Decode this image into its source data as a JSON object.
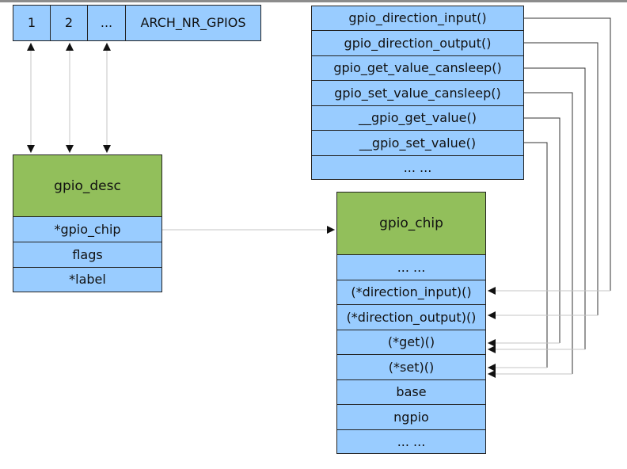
{
  "index_row": {
    "cells": [
      "1",
      "2",
      "...",
      "ARCH_NR_GPIOS"
    ]
  },
  "gpio_desc": {
    "title": "gpio_desc",
    "fields": [
      "*gpio_chip",
      "flags",
      "*label"
    ]
  },
  "api": {
    "functions": [
      "gpio_direction_input()",
      "gpio_direction_output()",
      "gpio_get_value_cansleep()",
      "gpio_set_value_cansleep()",
      "__gpio_get_value()",
      "__gpio_set_value()",
      "... ..."
    ]
  },
  "gpio_chip": {
    "title": "gpio_chip",
    "fields": [
      "... ...",
      "(*direction_input)()",
      "(*direction_output)()",
      "(*get)()",
      "(*set)()",
      "base",
      "ngpio",
      "... ..."
    ]
  },
  "colors": {
    "field_fill": "#99ccff",
    "header_fill": "#92bf5b",
    "border": "#222222"
  }
}
